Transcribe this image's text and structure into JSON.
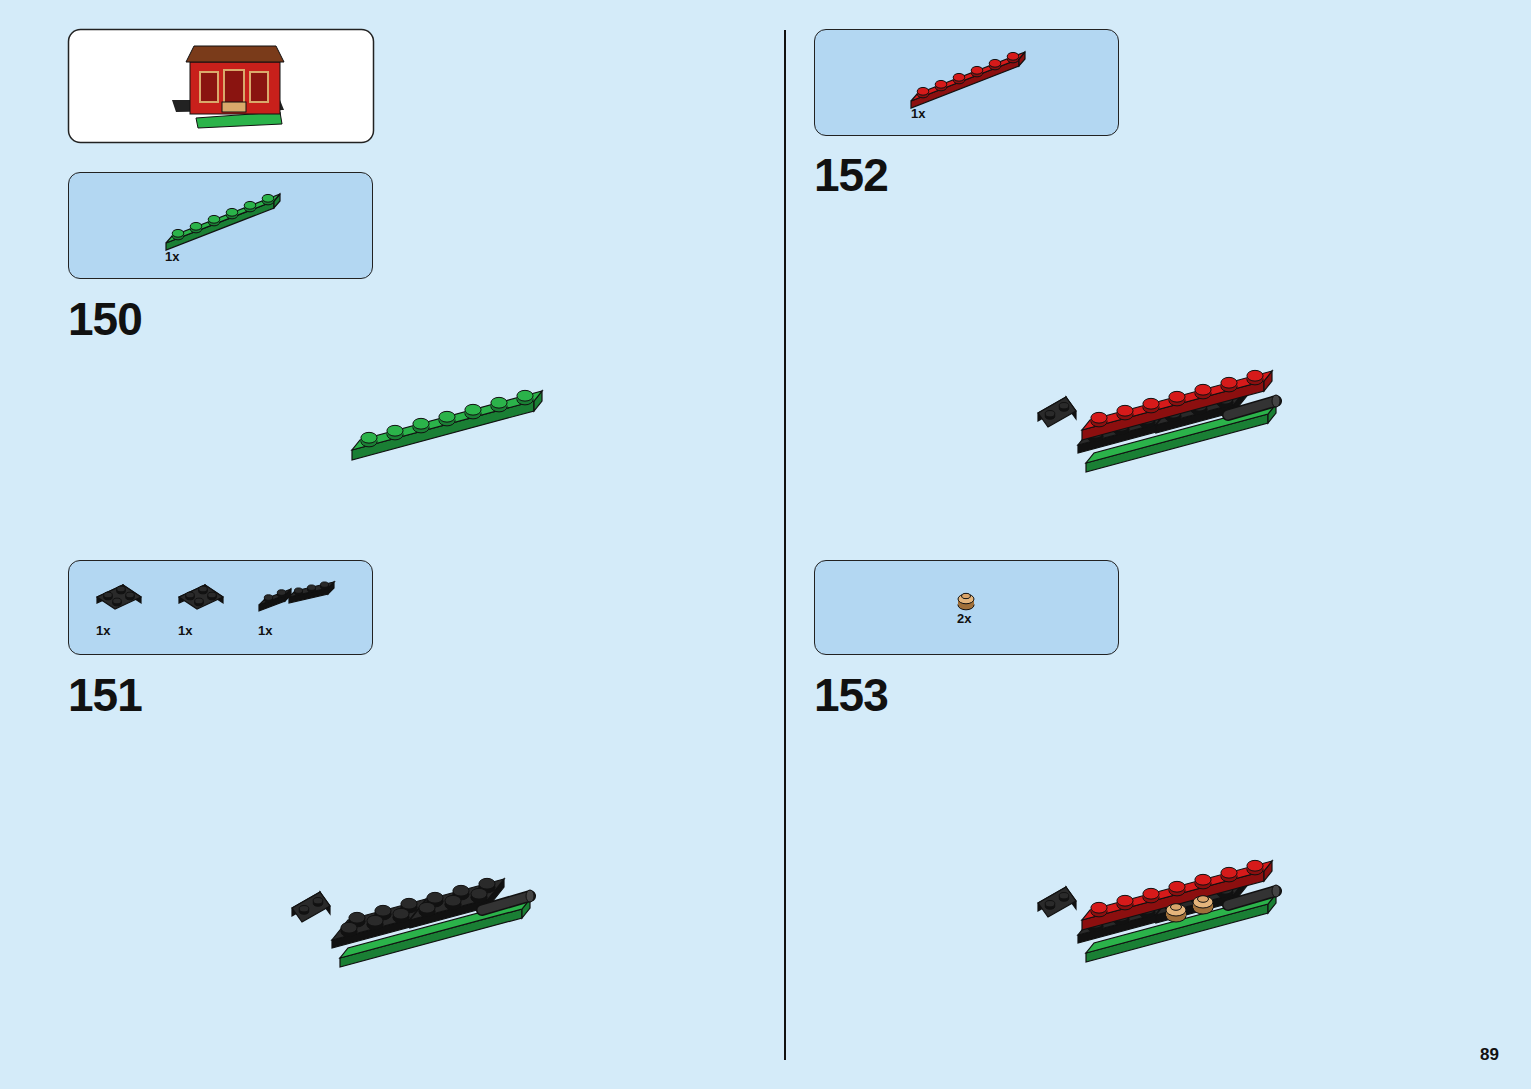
{
  "diagram": {
    "nodes": [
      {
        "text": [
          "1x"
        ]
      },
      {
        "text": [
          "1x",
          "1x",
          "1x"
        ]
      },
      {
        "text": [
          "1x"
        ]
      },
      {
        "text": [
          "2x"
        ]
      }
    ],
    "labels": [
      "150",
      "151",
      "152",
      "153",
      "89"
    ]
  }
}
